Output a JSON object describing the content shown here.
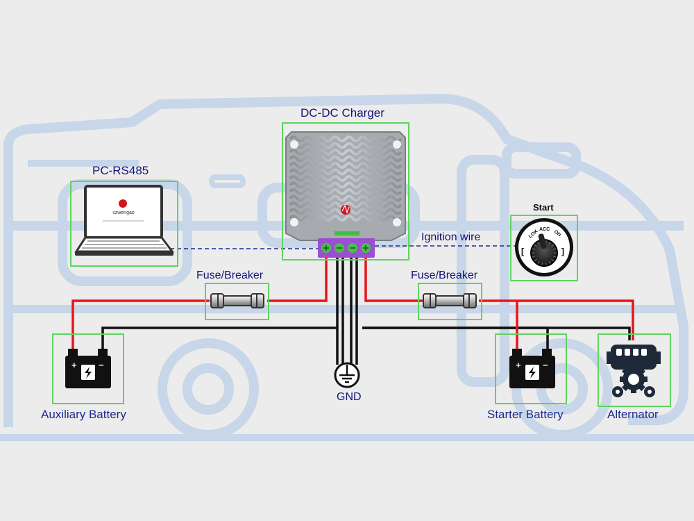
{
  "labels": {
    "charger": "DC-DC Charger",
    "pc": "PC-RS485",
    "fuse_left": "Fuse/Breaker",
    "fuse_right": "Fuse/Breaker",
    "ignition": "Ignition wire",
    "start": "Start",
    "gnd": "GND",
    "aux_battery": "Auxiliary Battery",
    "starter_battery": "Starter Battery",
    "alternator": "Alternator"
  },
  "laptop_brand": "szwengao",
  "switch_positions": [
    "LOK",
    "ACC",
    "ON"
  ],
  "battery_terminals": {
    "plus": "+",
    "minus": "−"
  },
  "colors": {
    "positive_wire": "#e8141b",
    "negative_wire": "#111111",
    "highlight_box": "#5fd35f",
    "label_blue": "#1a2a8f",
    "terminal_block": "#9a4fd0",
    "rv_outline": "#c7d6e8"
  },
  "icons": {
    "laptop": "laptop-icon",
    "charger": "charger-device-icon",
    "fuse": "inline-fuse-icon",
    "ignition": "ignition-switch-icon",
    "battery": "battery-icon",
    "ground": "ground-symbol-icon",
    "alternator": "alternator-icon",
    "background": "rv-camper-outline"
  }
}
